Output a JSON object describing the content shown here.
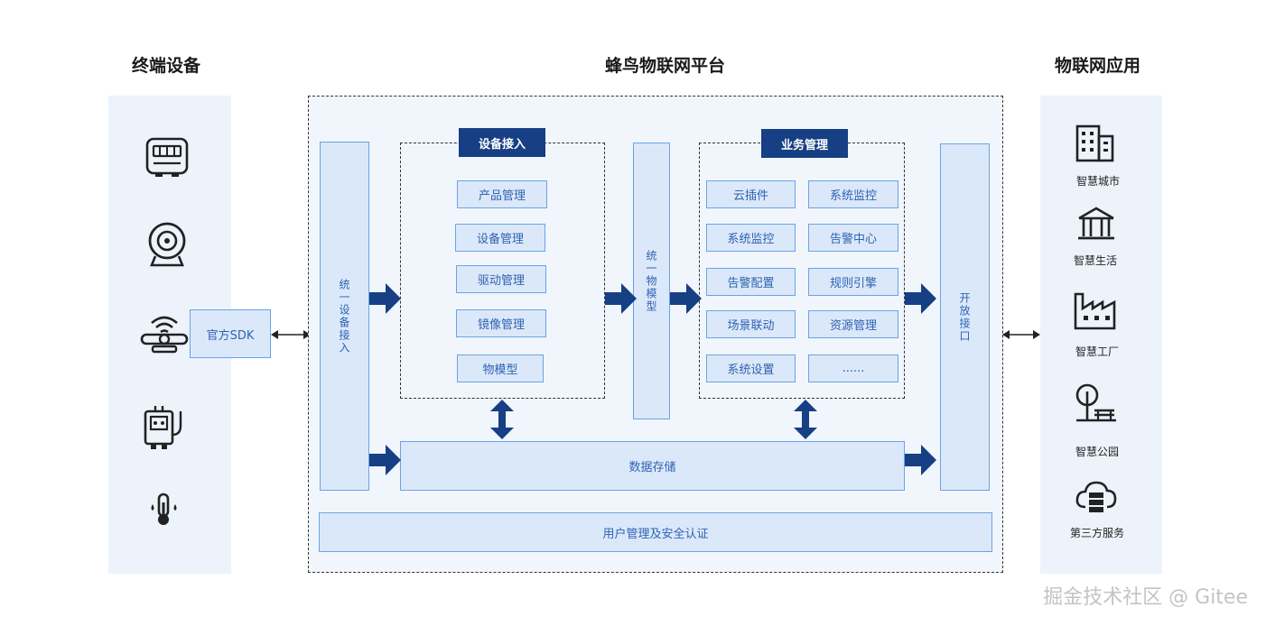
{
  "headings": {
    "devices": "终端设备",
    "platform": "蜂鸟物联网平台",
    "apps": "物联网应用"
  },
  "left": {
    "sdk": "官方SDK",
    "device_icons": [
      "meter-icon",
      "camera-icon",
      "sensor-icon",
      "smart-plug-icon",
      "thermometer-icon"
    ]
  },
  "platform": {
    "unified_access": "统一设备接入",
    "device_access": {
      "title": "设备接入",
      "items": [
        "产品管理",
        "设备管理",
        "驱动管理",
        "镜像管理",
        "物模型"
      ]
    },
    "unified_model": "统一物模型",
    "business": {
      "title": "业务管理",
      "items": [
        "云插件",
        "系统监控",
        "系统监控",
        "告警中心",
        "告警配置",
        "规则引擎",
        "场景联动",
        "资源管理",
        "系统设置",
        "......"
      ]
    },
    "open_api": "开放接口",
    "storage": "数据存储",
    "auth": "用户管理及安全认证"
  },
  "apps": {
    "items": [
      {
        "label": "智慧城市",
        "icon": "city-building-icon"
      },
      {
        "label": "智慧生活",
        "icon": "house-icon"
      },
      {
        "label": "智慧工厂",
        "icon": "factory-icon"
      },
      {
        "label": "智慧公园",
        "icon": "park-tree-icon"
      },
      {
        "label": "第三方服务",
        "icon": "cloud-server-icon"
      }
    ]
  },
  "watermark": "掘金技术社区 @ Gitee",
  "colors": {
    "arrow": "#163f84",
    "box_fill": "#dbe8fa",
    "box_border": "#6aa3e6",
    "panel": "#edf3fb"
  }
}
